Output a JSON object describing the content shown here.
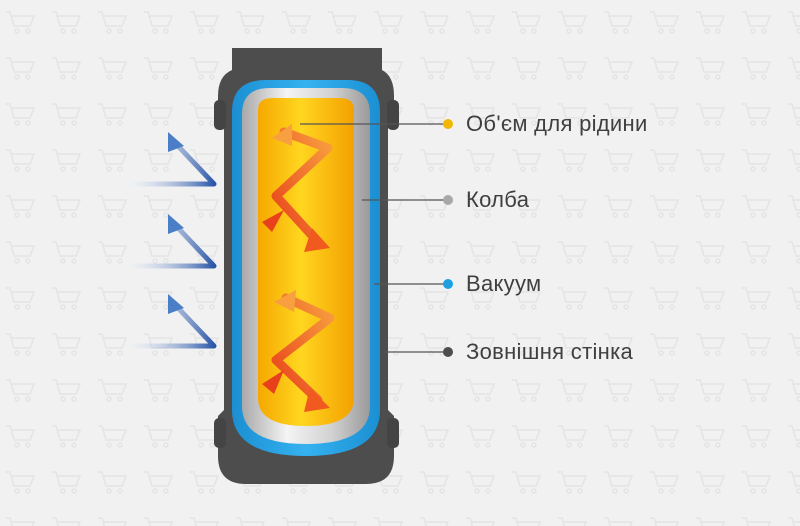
{
  "labels": [
    {
      "text": "Об'єм для рідини",
      "dot_color": "#f2b705"
    },
    {
      "text": "Колба",
      "dot_color": "#a8a8a8"
    },
    {
      "text": "Вакуум",
      "dot_color": "#1e9fe0"
    },
    {
      "text": "Зовнішня стінка",
      "dot_color": "#4d4d4d"
    }
  ],
  "colors": {
    "background": "#f1f1f1",
    "outer_wall": "#4d4d4d",
    "vacuum": "#1e9fe0",
    "flask": "#c9c9c9",
    "liquid_top": "#ffd21a",
    "liquid_bottom": "#f5a300",
    "heat_arrows": "#f05a1e",
    "cold_arrows": "#2a56a8"
  },
  "icons": [
    "heat-arrow-icon",
    "cold-arrow-icon"
  ]
}
